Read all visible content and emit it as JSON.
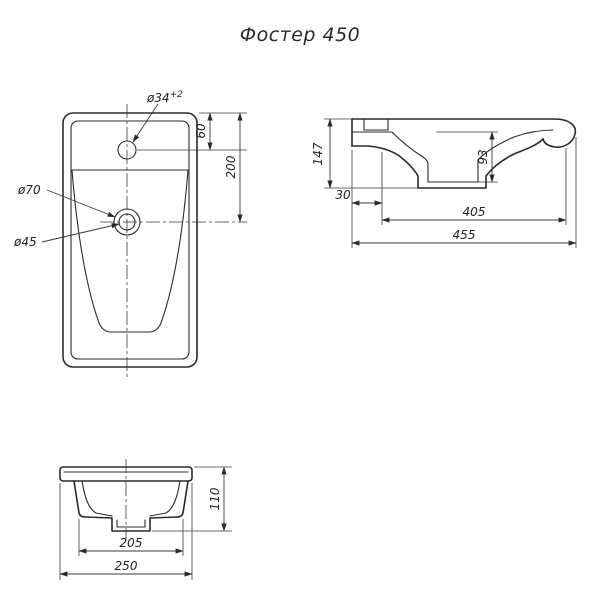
{
  "title": "Фостер 450",
  "plan": {
    "faucet_label": "ø34",
    "faucet_tolerance": "+2",
    "drain_outer_label": "ø70",
    "drain_inner_label": "ø45",
    "dim_edge_to_faucet": "60",
    "dim_edge_to_drain": "200"
  },
  "section": {
    "dim_height": "147",
    "dim_inner_depth": "93",
    "dim_back_offset": "30",
    "dim_bowl_width": "405",
    "dim_total_width": "455"
  },
  "front": {
    "dim_height": "110",
    "dim_inner_width": "205",
    "dim_total_width": "250"
  }
}
